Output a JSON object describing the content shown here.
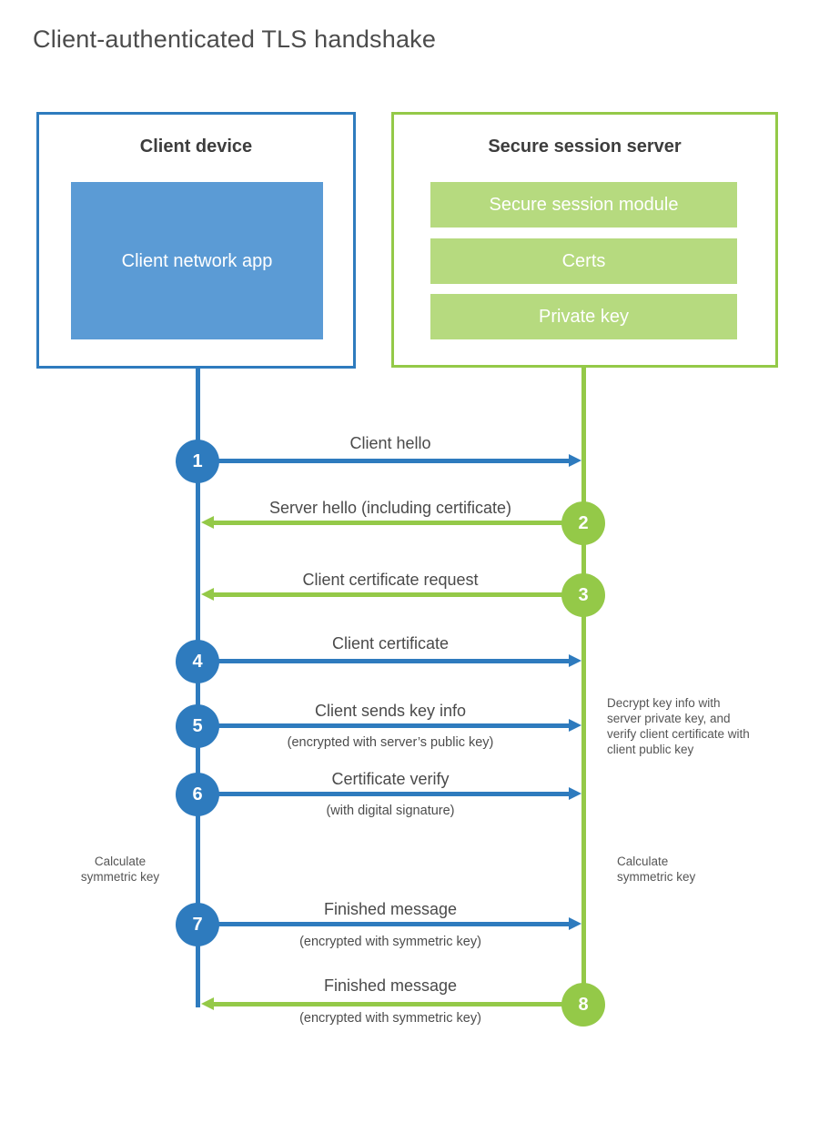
{
  "diagram": {
    "title": "Client-authenticated TLS handshake"
  },
  "client": {
    "title": "Client device",
    "app_label": "Client network app"
  },
  "server": {
    "title": "Secure session server",
    "modules": [
      "Secure session module",
      "Certs",
      "Private key"
    ]
  },
  "steps": [
    {
      "num": "1",
      "label": "Client hello",
      "sub": ""
    },
    {
      "num": "2",
      "label": "Server hello (including certificate)",
      "sub": ""
    },
    {
      "num": "3",
      "label": "Client certificate request",
      "sub": ""
    },
    {
      "num": "4",
      "label": "Client certificate",
      "sub": ""
    },
    {
      "num": "5",
      "label": "Client sends key info",
      "sub": "(encrypted with server’s public key)"
    },
    {
      "num": "6",
      "label": "Certificate verify",
      "sub": "(with digital signature)"
    },
    {
      "num": "7",
      "label": "Finished message",
      "sub": "(encrypted with symmetric key)"
    },
    {
      "num": "8",
      "label": "Finished message",
      "sub": "(encrypted with symmetric key)"
    }
  ],
  "notes": {
    "decrypt": "Decrypt key info with server private key, and verify client certificate with client public key",
    "calc_left": "Calculate symmetric key",
    "calc_right": "Calculate symmetric key"
  },
  "colors": {
    "blue": "#2e7bbe",
    "blue_light": "#5b9bd5",
    "green": "#94c948",
    "green_light": "#b6da7f"
  }
}
